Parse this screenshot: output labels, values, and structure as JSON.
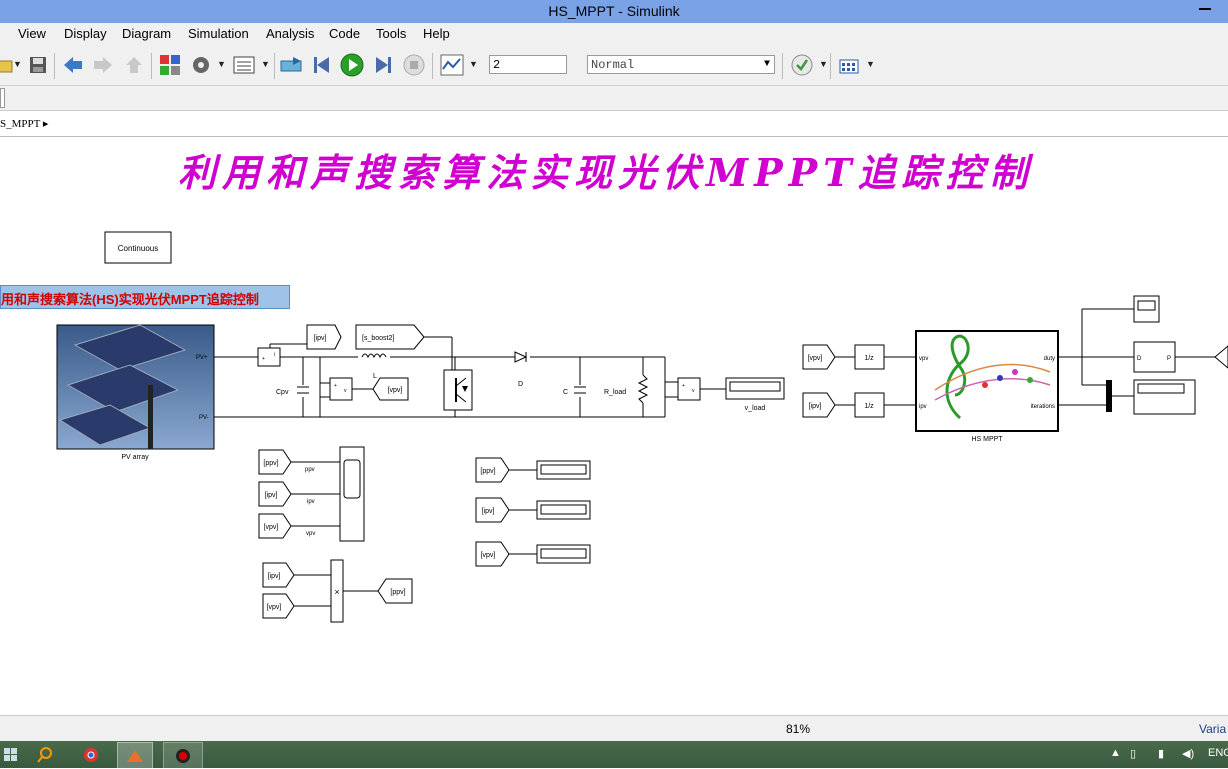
{
  "window": {
    "title": "HS_MPPT - Simulink"
  },
  "menu": [
    "View",
    "Display",
    "Diagram",
    "Simulation",
    "Analysis",
    "Code",
    "Tools",
    "Help"
  ],
  "toolbar": {
    "stop_time": "2",
    "sim_mode": "Normal"
  },
  "breadcrumb": {
    "model": "S_MPPT"
  },
  "canvas": {
    "title_text": "利用和声搜索算法实现光伏MPPT追踪控制",
    "annotation_text": "用和声搜索算法(HS)实现光伏MPPT追踪控制",
    "powergui_label": "Continuous",
    "pv_array_label": "PV array",
    "pv_plus": "PV+",
    "pv_minus": "PV-",
    "goto_ipv": "[ipv]",
    "goto_vpv": "[vpv]",
    "from_s_boost": "[s_boost2]",
    "cpv_label": "Cpv",
    "l_label": "L",
    "d_label": "D",
    "c_label": "C",
    "rload_label": "R_load",
    "vload_label": "v_load",
    "hs_label": "HS MPPT",
    "hs_port_vpv": "vpv",
    "hs_port_ipv": "ipv",
    "hs_port_duty": "duty",
    "hs_port_iterations": "iterations",
    "from_vpv": "[vpv]",
    "from_ipv": "[ipv]",
    "from_ppv": "[ppv]",
    "scope_ppv": "ppv",
    "scope_ipv": "ipv",
    "scope_vpv": "vpv",
    "goto_ppv": "[ppv]",
    "dp_D": "D",
    "dp_P": "P",
    "unit_delay": "1/z",
    "mult": "×"
  },
  "status": {
    "zoom": "81%",
    "right": "Varia"
  },
  "taskbar": {
    "lang": "ENG"
  }
}
